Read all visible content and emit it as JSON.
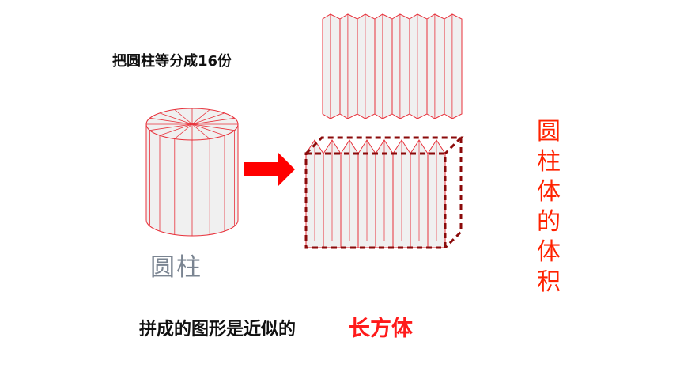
{
  "slide": {
    "instruction": "把圆柱等分成16份",
    "cylinder_label": "圆柱",
    "vertical_title": "圆柱体的体积",
    "result_text": "拼成的图形是近似的",
    "result_highlight": "长方体"
  },
  "diagram": {
    "slice_count": 16,
    "pieces_per_row": 8,
    "stroke_color": "#e8303a",
    "fill_color": "#f0f0f0",
    "arrow_color": "#ff0000",
    "box_outline_color": "#8b0a0a"
  }
}
